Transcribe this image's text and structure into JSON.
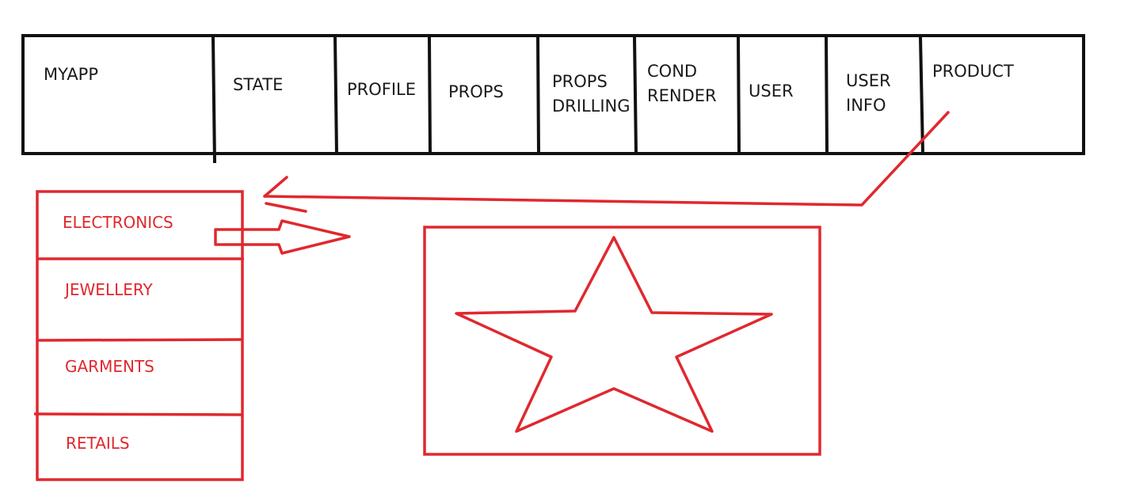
{
  "colors": {
    "ink": "#111111",
    "text": "#1a1a1a",
    "accent": "#e0282e"
  },
  "navbar": {
    "items": [
      {
        "id": "myapp",
        "lines": [
          "MYAPP"
        ]
      },
      {
        "id": "state",
        "lines": [
          "STATE"
        ]
      },
      {
        "id": "profile",
        "lines": [
          "PROFILE"
        ]
      },
      {
        "id": "props",
        "lines": [
          "PROPS"
        ]
      },
      {
        "id": "props-drilling",
        "lines": [
          "PROPS",
          "DRILLING"
        ]
      },
      {
        "id": "cond-render",
        "lines": [
          "COND",
          "RENDER"
        ]
      },
      {
        "id": "user",
        "lines": [
          "USER"
        ]
      },
      {
        "id": "user-info",
        "lines": [
          "USER",
          "INFO"
        ]
      },
      {
        "id": "product",
        "lines": [
          "PRODUCT"
        ]
      }
    ]
  },
  "sidebar": {
    "items": [
      {
        "id": "electronics",
        "label": "ELECTRONICS"
      },
      {
        "id": "jewellery",
        "label": "JEWELLERY"
      },
      {
        "id": "garments",
        "label": "GARMENTS"
      },
      {
        "id": "retails",
        "label": "RETAILS"
      }
    ]
  },
  "content": {
    "icon": "star-icon"
  }
}
